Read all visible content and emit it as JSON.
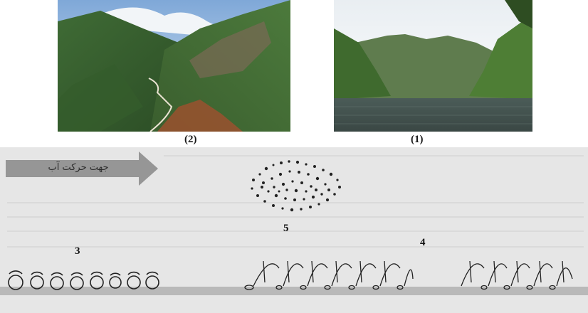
{
  "photos": [
    {
      "caption": "(2)",
      "subject": "river valley with steep mountain slopes"
    },
    {
      "caption": "(1)",
      "subject": "mountain lake between green slopes"
    }
  ],
  "diagram": {
    "flow_direction_label": "جهت حرکت آب",
    "labels": {
      "rolling": "3",
      "suspension": "5",
      "saltation": "4"
    }
  },
  "colors": {
    "diagram_background": "#e6e6e6",
    "arrow_fill": "#8d8d8d",
    "ink": "#222222",
    "bed": "#b9b9b9"
  }
}
